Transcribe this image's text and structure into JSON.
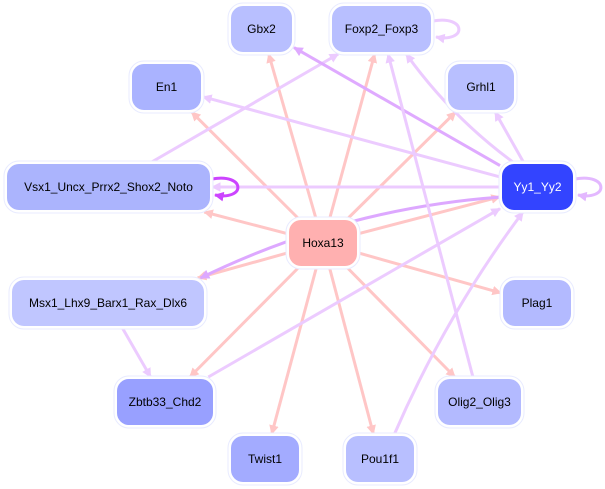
{
  "nodes": [
    {
      "id": "Gbx2",
      "label": "Gbx2",
      "color": "#b8bfff",
      "text_color": "#000000"
    },
    {
      "id": "Foxp2_Foxp3",
      "label": "Foxp2_Foxp3",
      "color": "#b8bfff",
      "text_color": "#000000"
    },
    {
      "id": "En1",
      "label": "En1",
      "color": "#aab3ff",
      "text_color": "#000000"
    },
    {
      "id": "Grhl1",
      "label": "Grhl1",
      "color": "#b8bfff",
      "text_color": "#000000"
    },
    {
      "id": "Vsx1_Uncx_Prrx2_Shox2_Noto",
      "label": "Vsx1_Uncx_Prrx2_Shox2_Noto",
      "color": "#abb4fd",
      "text_color": "#000000"
    },
    {
      "id": "Yy1_Yy2",
      "label": "Yy1_Yy2",
      "color": "#3344ff",
      "text_color": "#ffffff"
    },
    {
      "id": "Hoxa13",
      "label": "Hoxa13",
      "color": "#ffb0b0",
      "text_color": "#000000"
    },
    {
      "id": "Msx1_Lhx9_Barx1_Rax_Dlx6",
      "label": "Msx1_Lhx9_Barx1_Rax_Dlx6",
      "color": "#c0c6ff",
      "text_color": "#000000"
    },
    {
      "id": "Plag1",
      "label": "Plag1",
      "color": "#b3baff",
      "text_color": "#000000"
    },
    {
      "id": "Zbtb33_Chd2",
      "label": "Zbtb33_Chd2",
      "color": "#98a0ff",
      "text_color": "#000000"
    },
    {
      "id": "Olig2_Olig3",
      "label": "Olig2_Olig3",
      "color": "#b3baff",
      "text_color": "#000000"
    },
    {
      "id": "Twist1",
      "label": "Twist1",
      "color": "#a3abff",
      "text_color": "#000000"
    },
    {
      "id": "Pou1f1",
      "label": "Pou1f1",
      "color": "#b8bfff",
      "text_color": "#000000"
    }
  ],
  "edges": [
    {
      "source": "Hoxa13",
      "target": "Vsx1_Uncx_Prrx2_Shox2_Noto",
      "color": "#ffc6c6"
    },
    {
      "source": "Hoxa13",
      "target": "En1",
      "color": "#ffc6c6"
    },
    {
      "source": "Hoxa13",
      "target": "Gbx2",
      "color": "#ffc6c6"
    },
    {
      "source": "Hoxa13",
      "target": "Foxp2_Foxp3",
      "color": "#ffc6c6"
    },
    {
      "source": "Hoxa13",
      "target": "Grhl1",
      "color": "#ffc6c6"
    },
    {
      "source": "Hoxa13",
      "target": "Yy1_Yy2",
      "color": "#ffc6c6"
    },
    {
      "source": "Hoxa13",
      "target": "Plag1",
      "color": "#ffc6c6"
    },
    {
      "source": "Hoxa13",
      "target": "Olig2_Olig3",
      "color": "#ffc6c6"
    },
    {
      "source": "Hoxa13",
      "target": "Pou1f1",
      "color": "#ffc6c6"
    },
    {
      "source": "Hoxa13",
      "target": "Twist1",
      "color": "#ffc6c6"
    },
    {
      "source": "Hoxa13",
      "target": "Zbtb33_Chd2",
      "color": "#ffc6c6"
    },
    {
      "source": "Hoxa13",
      "target": "Msx1_Lhx9_Barx1_Rax_Dlx6",
      "color": "#ffc6c6"
    },
    {
      "source": "Vsx1_Uncx_Prrx2_Shox2_Noto",
      "target": "Foxp2_Foxp3",
      "color": "#eccbff"
    },
    {
      "source": "Yy1_Yy2",
      "target": "En1",
      "color": "#eccbff"
    },
    {
      "source": "Yy1_Yy2",
      "target": "Gbx2",
      "color": "#dfaaff"
    },
    {
      "source": "Yy1_Yy2",
      "target": "Foxp2_Foxp3",
      "color": "#eccbff"
    },
    {
      "source": "Yy1_Yy2",
      "target": "Grhl1",
      "color": "#eccbff"
    },
    {
      "source": "Yy1_Yy2",
      "target": "Vsx1_Uncx_Prrx2_Shox2_Noto",
      "color": "#eccbff"
    },
    {
      "source": "Yy1_Yy2",
      "target": "Msx1_Lhx9_Barx1_Rax_Dlx6",
      "color": "#dda8ff"
    },
    {
      "source": "Zbtb33_Chd2",
      "target": "Yy1_Yy2",
      "color": "#eccbff"
    },
    {
      "source": "Pou1f1",
      "target": "Yy1_Yy2",
      "color": "#eccbff"
    },
    {
      "source": "Olig2_Olig3",
      "target": "Foxp2_Foxp3",
      "color": "#eccbff"
    },
    {
      "source": "Msx1_Lhx9_Barx1_Rax_Dlx6",
      "target": "Zbtb33_Chd2",
      "color": "#eccbff"
    },
    {
      "source": "Vsx1_Uncx_Prrx2_Shox2_Noto",
      "target": "Vsx1_Uncx_Prrx2_Shox2_Noto",
      "color": "#cc44ff"
    },
    {
      "source": "Yy1_Yy2",
      "target": "Yy1_Yy2",
      "color": "#e3b8ff"
    },
    {
      "source": "Foxp2_Foxp3",
      "target": "Foxp2_Foxp3",
      "color": "#eccbff"
    }
  ]
}
